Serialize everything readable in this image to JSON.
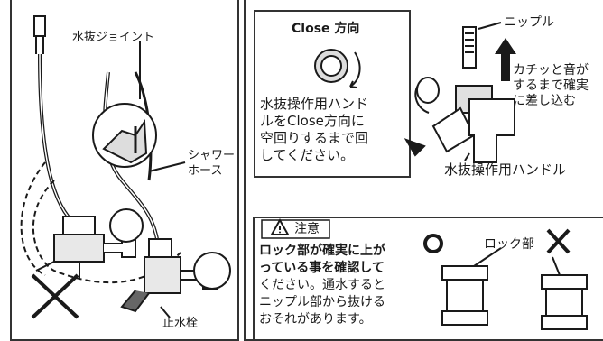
{
  "left_panel": {
    "joint_label": "水抜ジョイント",
    "hose_label_line1": "シャワー",
    "hose_label_line2": "ホース",
    "valve_label": "止水栓"
  },
  "close_box": {
    "title": "Close 方向",
    "text_lines": [
      "水抜操作用ハンド",
      "ルをClose方向に",
      "空回りするまで回",
      "してください。"
    ]
  },
  "right_top": {
    "nipple_label": "ニップル",
    "insert_lines": [
      "カチッと音が",
      "するまで確実",
      "に差し込む"
    ],
    "handle_label": "水抜操作用ハンドル"
  },
  "caution": {
    "title": "注意",
    "text_lines": [
      "ロック部が確実に上が",
      "っている事を確認して",
      "ください。通水すると",
      "ニップル部から抜ける",
      "おそれがあります。"
    ],
    "lock_label": "ロック部",
    "ok_symbol": "○",
    "ng_symbol": "×"
  }
}
